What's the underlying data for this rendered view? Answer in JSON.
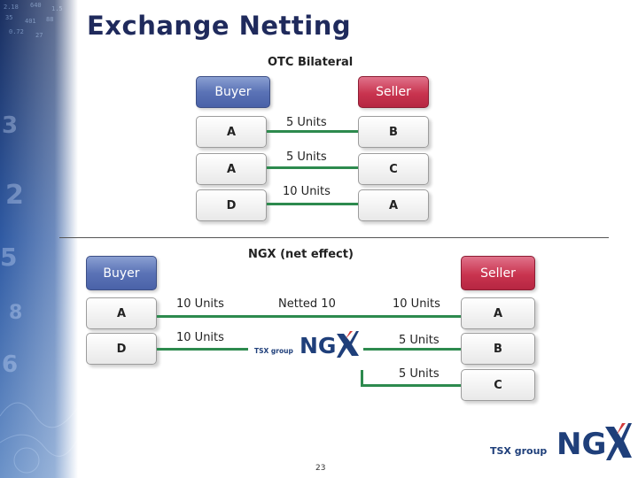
{
  "title": "Exchange Netting",
  "otc": {
    "label": "OTC Bilateral",
    "buyer": "Buyer",
    "seller": "Seller",
    "rows": [
      {
        "buyer": "A",
        "units": "5 Units",
        "seller": "B"
      },
      {
        "buyer": "A",
        "units": "5 Units",
        "seller": "C"
      },
      {
        "buyer": "D",
        "units": "10 Units",
        "seller": "A"
      }
    ]
  },
  "ngx": {
    "label": "NGX (net effect)",
    "buyer": "Buyer",
    "seller": "Seller",
    "buyers": [
      "A",
      "D"
    ],
    "sellers": [
      "A",
      "B",
      "C"
    ],
    "buyer_units": [
      "10 Units",
      "10 Units"
    ],
    "netted": "Netted 10",
    "seller_units": [
      "10 Units",
      "5 Units",
      "5 Units"
    ],
    "center_logo": {
      "group": "TSX group",
      "mark": "NGX"
    }
  },
  "footer_logo": {
    "group": "TSX group",
    "mark": "NGX"
  },
  "page_number": "23",
  "colors": {
    "title": "#1f2a5c",
    "buyer": "#5b73b6",
    "seller": "#c9344f",
    "link": "#2d8a4e",
    "logo": "#1f3f7a"
  }
}
